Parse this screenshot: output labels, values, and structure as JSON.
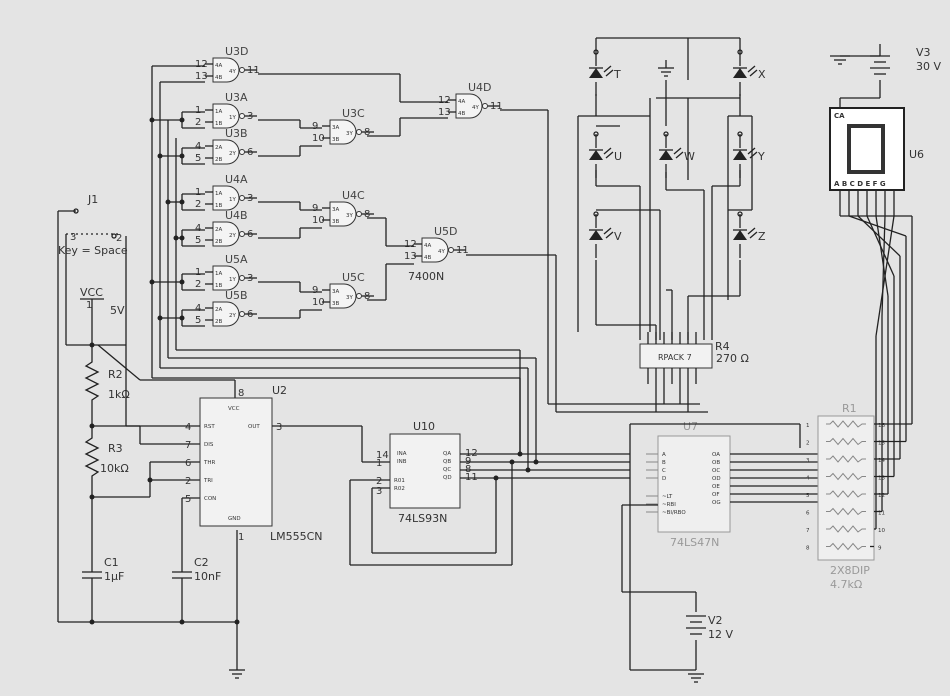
{
  "switch": {
    "ref": "J1",
    "key_label": "Key = Space",
    "pin_a": "3",
    "pin_b": "2"
  },
  "vcc": {
    "label": "VCC",
    "pin": "1",
    "value": "5V"
  },
  "resistors": [
    {
      "ref": "R2",
      "value": "1kΩ"
    },
    {
      "ref": "R3",
      "value": "10kΩ"
    }
  ],
  "capacitors": [
    {
      "ref": "C1",
      "value": "1µF"
    },
    {
      "ref": "C2",
      "value": "10nF"
    }
  ],
  "timer": {
    "ref": "U2",
    "part": "LM555CN",
    "pins": {
      "rst": "RST",
      "dis": "DIS",
      "thr": "THR",
      "tri": "TRI",
      "con": "CON",
      "vcc": "VCC",
      "out": "OUT",
      "gnd": "GND"
    },
    "pin_numbers": {
      "rst": "4",
      "dis": "7",
      "thr": "6",
      "tri": "2",
      "con": "5",
      "vcc": "8",
      "out": "3",
      "gnd": "1"
    }
  },
  "counter": {
    "ref": "U10",
    "part": "74LS93N",
    "inputs": [
      "INA",
      "INB",
      "R01",
      "R02"
    ],
    "outputs": [
      "QA",
      "QB",
      "QC",
      "QD"
    ],
    "pin_numbers": {
      "ina": "14",
      "inb": "1",
      "r01": "2",
      "r02": "3",
      "qa": "12",
      "qb": "9",
      "qc": "8",
      "qd": "11"
    }
  },
  "decoder": {
    "ref": "U7",
    "part": "74LS47N",
    "inputs": [
      "A",
      "B",
      "C",
      "D",
      "~LT",
      "~RBI",
      "~BI/RBO"
    ],
    "outputs": [
      "OA",
      "OB",
      "OC",
      "OD",
      "OE",
      "OF",
      "OG"
    ]
  },
  "gates": {
    "family": "7400N",
    "items": [
      {
        "ref": "U3D",
        "in1": "4A",
        "in2": "4B",
        "out": "4Y",
        "p1": "12",
        "p2": "13",
        "po": "11"
      },
      {
        "ref": "U3A",
        "in1": "1A",
        "in2": "1B",
        "out": "1Y",
        "p1": "1",
        "p2": "2",
        "po": "3"
      },
      {
        "ref": "U3B",
        "in1": "2A",
        "in2": "2B",
        "out": "2Y",
        "p1": "4",
        "p2": "5",
        "po": "6"
      },
      {
        "ref": "U3C",
        "in1": "3A",
        "in2": "3B",
        "out": "3Y",
        "p1": "9",
        "p2": "10",
        "po": "8"
      },
      {
        "ref": "U4D",
        "in1": "4A",
        "in2": "4B",
        "out": "4Y",
        "p1": "12",
        "p2": "13",
        "po": "11"
      },
      {
        "ref": "U4A",
        "in1": "1A",
        "in2": "1B",
        "out": "1Y",
        "p1": "1",
        "p2": "2",
        "po": "3"
      },
      {
        "ref": "U4B",
        "in1": "2A",
        "in2": "2B",
        "out": "2Y",
        "p1": "4",
        "p2": "5",
        "po": "6"
      },
      {
        "ref": "U4C",
        "in1": "3A",
        "in2": "3B",
        "out": "3Y",
        "p1": "9",
        "p2": "10",
        "po": "8"
      },
      {
        "ref": "U5D",
        "in1": "4A",
        "in2": "4B",
        "out": "4Y",
        "p1": "12",
        "p2": "13",
        "po": "11"
      },
      {
        "ref": "U5A",
        "in1": "1A",
        "in2": "1B",
        "out": "1Y",
        "p1": "1",
        "p2": "2",
        "po": "3"
      },
      {
        "ref": "U5B",
        "in1": "2A",
        "in2": "2B",
        "out": "2Y",
        "p1": "4",
        "p2": "5",
        "po": "6"
      },
      {
        "ref": "U5C",
        "in1": "3A",
        "in2": "3B",
        "out": "3Y",
        "p1": "9",
        "p2": "10",
        "po": "8"
      }
    ]
  },
  "leds": [
    "T",
    "U",
    "V",
    "W",
    "X",
    "Y",
    "Z"
  ],
  "rpack": {
    "ref": "R4",
    "part": "RPACK 7",
    "value": "270 Ω"
  },
  "dip": {
    "ref": "R1",
    "part": "2X8DIP",
    "value": "4.7kΩ",
    "left_pins": [
      "1",
      "2",
      "3",
      "4",
      "5",
      "6",
      "7",
      "8"
    ],
    "right_pins": [
      "16",
      "15",
      "14",
      "13",
      "12",
      "11",
      "10",
      "9"
    ]
  },
  "display": {
    "ref": "U6",
    "ca": "CA",
    "segments": "A B C D E F G",
    "digit": "0"
  },
  "sources": [
    {
      "ref": "V3",
      "value": "30 V"
    },
    {
      "ref": "V2",
      "value": "12 V"
    }
  ]
}
